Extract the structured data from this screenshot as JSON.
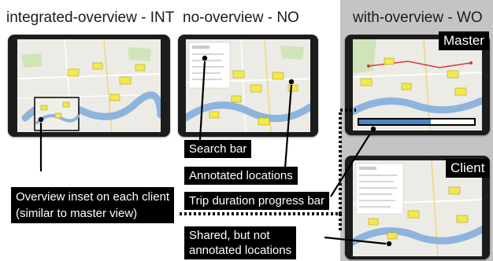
{
  "headings": {
    "int": "integrated-overview - INT",
    "no": "no-overview - NO",
    "wo": "with-overview - WO"
  },
  "tags": {
    "master": "Master",
    "client": "Client"
  },
  "labels": {
    "search_bar": "Search bar",
    "annotated_locations": "Annotated locations",
    "trip_progress": "Trip duration progress bar",
    "overview_inset_line1": "Overview inset on each client",
    "overview_inset_line2": "(similar to master view)",
    "shared_line1": "Shared, but not",
    "shared_line2": "annotated locations"
  },
  "colors": {
    "panel_bg": "#c4c4c4",
    "marker": "#f3e94a",
    "river": "#8db4dd",
    "route": "#d43b3b",
    "progress": "#4a86c6"
  },
  "trip_progress_fraction": 0.62
}
